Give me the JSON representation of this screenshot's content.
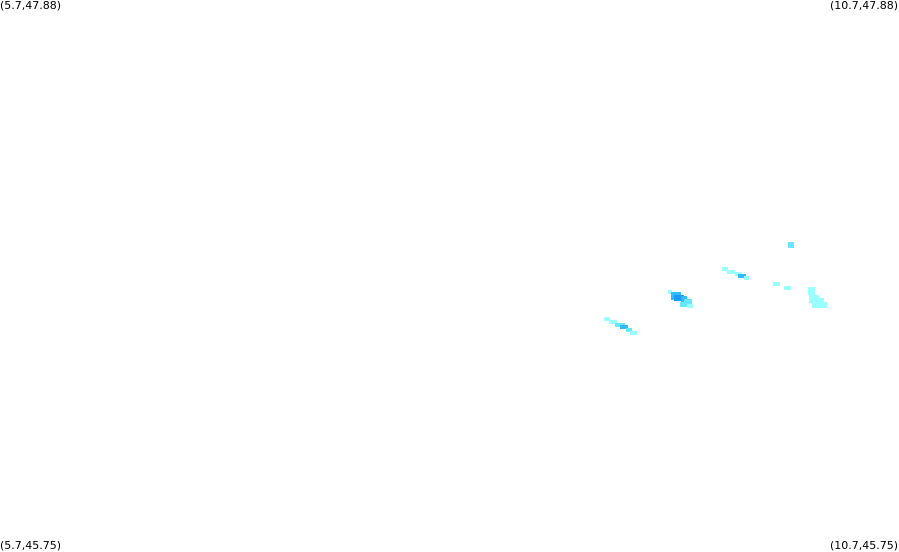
{
  "corners": {
    "top_left": "(5.7,47.88)",
    "top_right": "(10.7,47.88)",
    "bottom_left": "(5.7,45.75)",
    "bottom_right": "(10.7,45.75)"
  },
  "colors": {
    "background": "#ffffff",
    "light_cyan": "#99ffff",
    "cyan": "#66e6ff",
    "light_blue": "#33bbff",
    "blue": "#1a99ff"
  }
}
